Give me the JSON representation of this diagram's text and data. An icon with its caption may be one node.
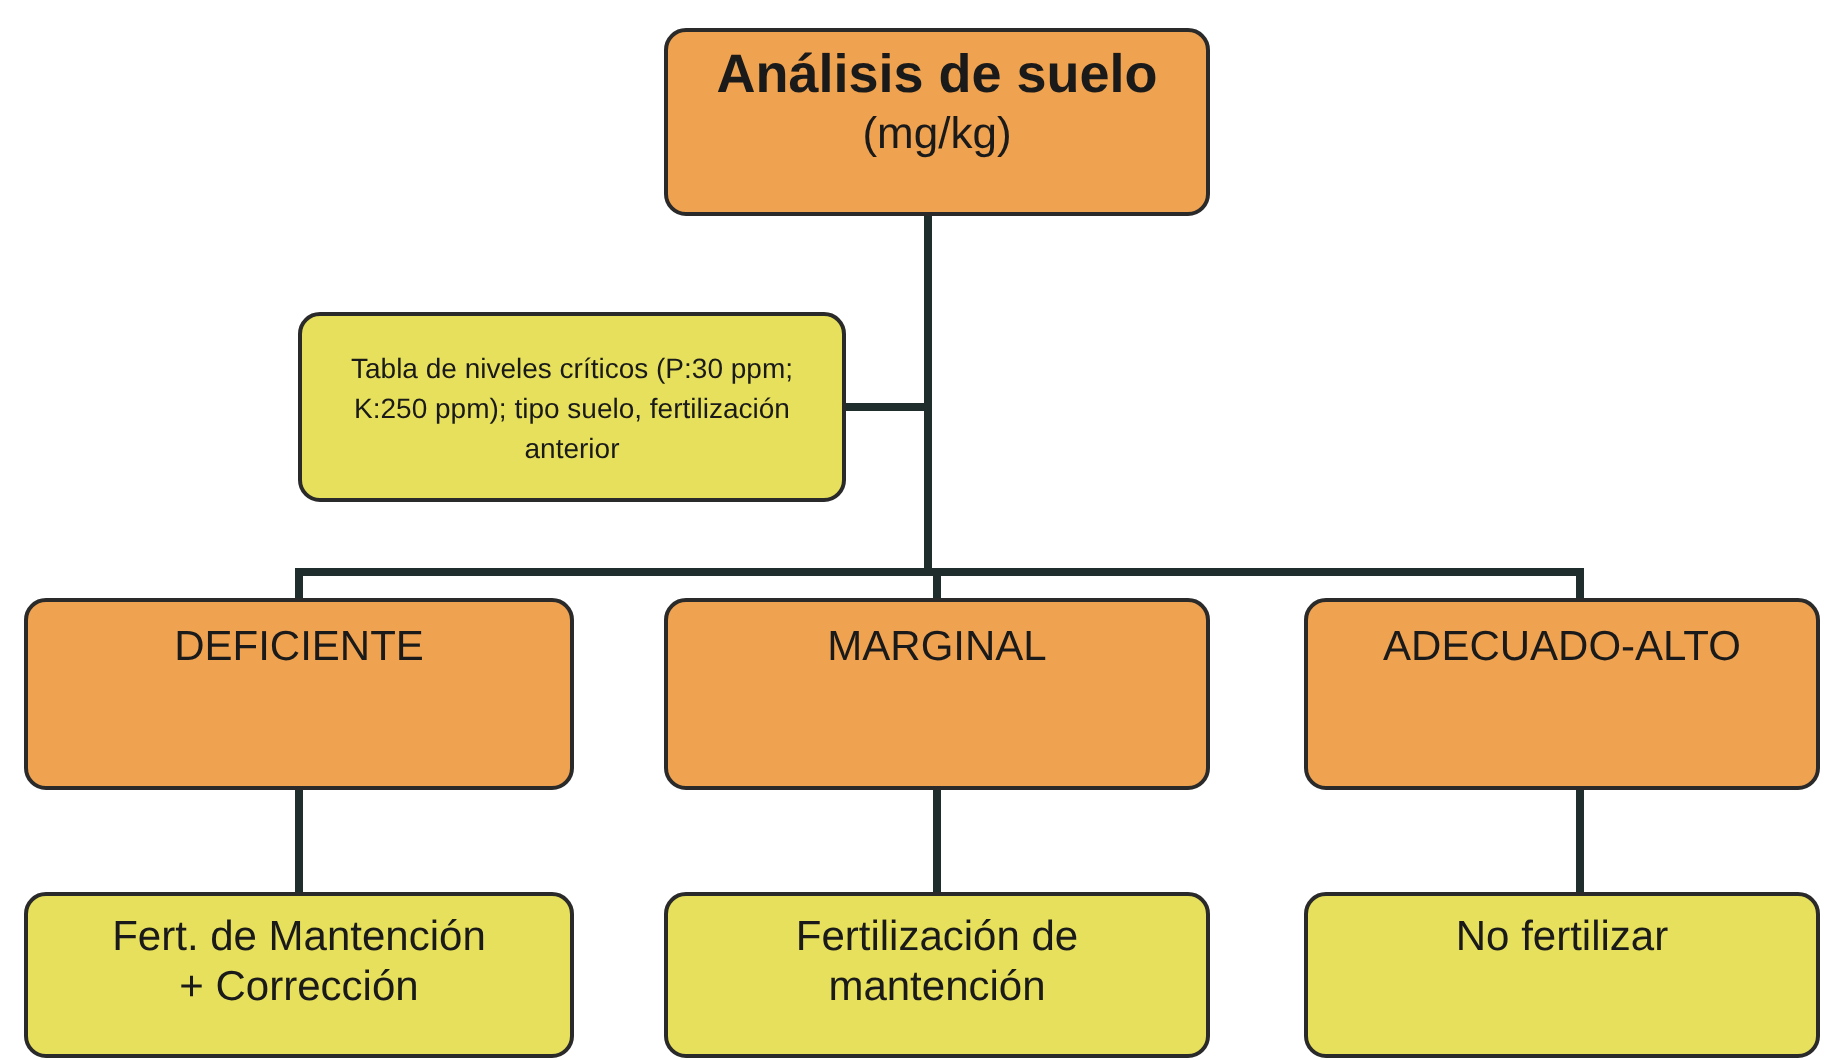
{
  "diagram": {
    "nodes": [
      {
        "text": [
          "Análisis de suelo",
          "(mg/kg)"
        ]
      },
      {
        "text": [
          "Tabla de niveles críticos (P:30 ppm; K:250 ppm); tipo suelo, fertilización anterior"
        ]
      },
      {
        "text": [
          "DEFICIENTE"
        ]
      },
      {
        "text": [
          "MARGINAL"
        ]
      },
      {
        "text": [
          "ADECUADO-ALTO"
        ]
      },
      {
        "text": [
          "Fert. de Mantención + Corrección"
        ]
      },
      {
        "text": [
          "Fertilización de mantención"
        ]
      },
      {
        "text": [
          "No fertilizar"
        ]
      }
    ],
    "edges": [
      {
        "from": 0,
        "to": 1,
        "arrow": "none"
      },
      {
        "from": 0,
        "to": 2,
        "arrow": "none"
      },
      {
        "from": 0,
        "to": 3,
        "arrow": "none"
      },
      {
        "from": 0,
        "to": 4,
        "arrow": "none"
      },
      {
        "from": 2,
        "to": 5,
        "arrow": "none"
      },
      {
        "from": 3,
        "to": 6,
        "arrow": "none"
      },
      {
        "from": 4,
        "to": 7,
        "arrow": "none"
      }
    ]
  }
}
